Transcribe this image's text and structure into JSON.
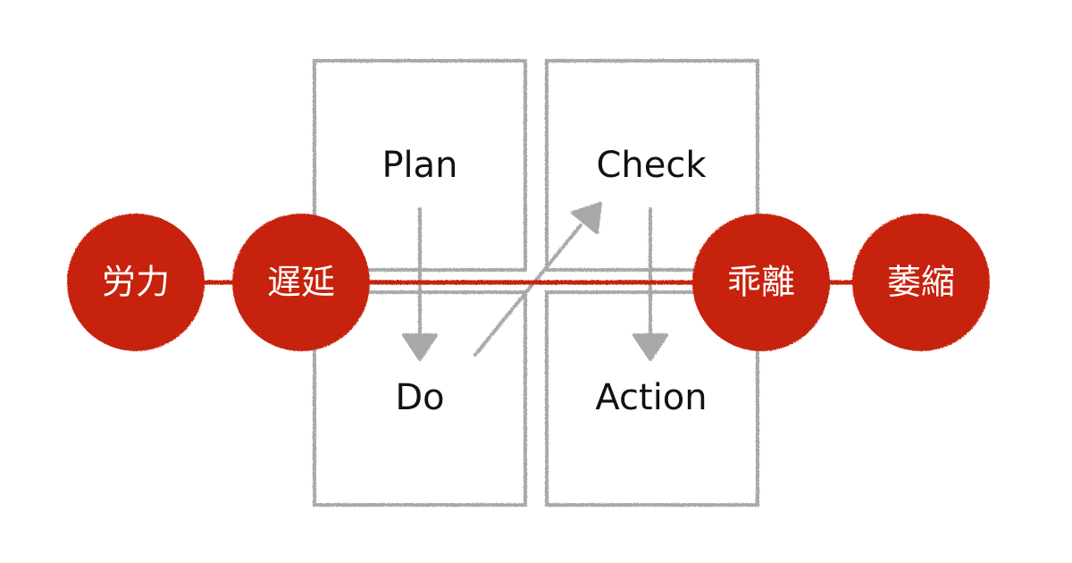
{
  "pdca": {
    "plan": "Plan",
    "do": "Do",
    "check": "Check",
    "action": "Action"
  },
  "circles": [
    {
      "label": "労力"
    },
    {
      "label": "遅延"
    },
    {
      "label": "乖離"
    },
    {
      "label": "萎縮"
    }
  ],
  "colors": {
    "red": "#c6240a",
    "gray": "#a7a9a9"
  }
}
